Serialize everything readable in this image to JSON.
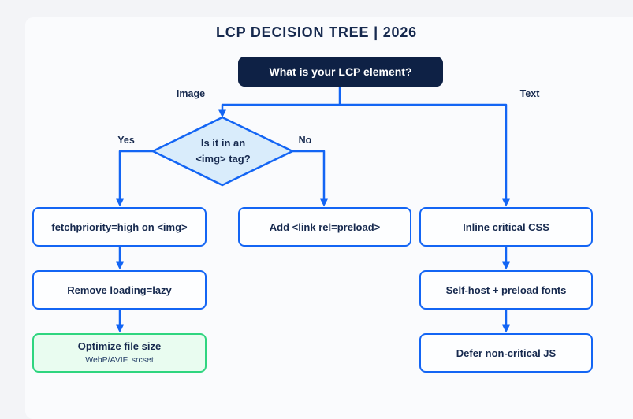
{
  "page": {
    "title": "LCP DECISION TREE | 2026"
  },
  "colors": {
    "page_bg": "#f3f4f7",
    "card_bg": "#fafbfd",
    "line": "#1365f4",
    "navy": "#16294e",
    "root_bg": "#0e2145",
    "root_text": "#ffffff",
    "node_bg": "#fdfeff",
    "diamond_fill": "#d9ecfb",
    "success_border": "#2fd57f",
    "success_bg": "#e9fcf0",
    "subtitle": "#223c66"
  },
  "root": {
    "label": "What is your LCP element?"
  },
  "branches": {
    "left": "Image",
    "right": "Text"
  },
  "decision": {
    "line1": "Is it in an",
    "line2": "<img> tag?",
    "yes": "Yes",
    "no": "No"
  },
  "nodes": {
    "fetchpriority": "fetchpriority=high on <img>",
    "add_preload": "Add <link rel=preload>",
    "inline_css": "Inline critical CSS",
    "remove_lazy": "Remove loading=lazy",
    "selfhost_fonts": "Self-host + preload fonts",
    "defer_js": "Defer non-critical JS",
    "optimize_title": "Optimize file size",
    "optimize_sub": "WebP/AVIF, srcset"
  }
}
